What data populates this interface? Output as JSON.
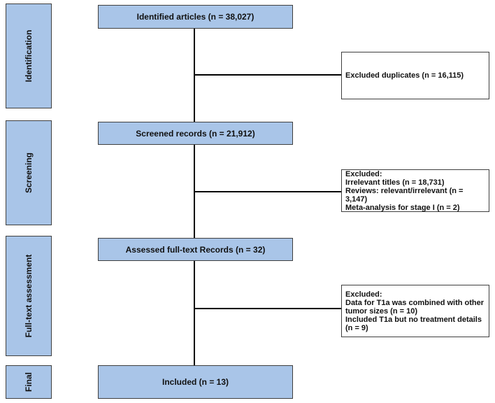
{
  "phases": {
    "identification": "Identification",
    "screening": "Screening",
    "full_text": "Full-text assessment",
    "final": "Final"
  },
  "boxes": {
    "identified": "Identified articles (n = 38,027)",
    "screened": "Screened records (n = 21,912)",
    "assessed": "Assessed full-text Records (n = 32)",
    "included": "Included (n = 13)"
  },
  "excluded_duplicates": "Excluded duplicates (n = 16,115)",
  "screening_exclusions": [
    "Excluded:",
    "Irrelevant titles (n = 18,731)",
    "Reviews: relevant/irrelevant (n = 3,147)",
    "Meta-analysis for stage I (n = 2)"
  ],
  "fulltext_exclusions": [
    "Excluded:",
    "Data for T1a was combined with other",
    "tumor sizes (n = 10)",
    "Included T1a but no treatment details",
    "(n = 9)"
  ]
}
